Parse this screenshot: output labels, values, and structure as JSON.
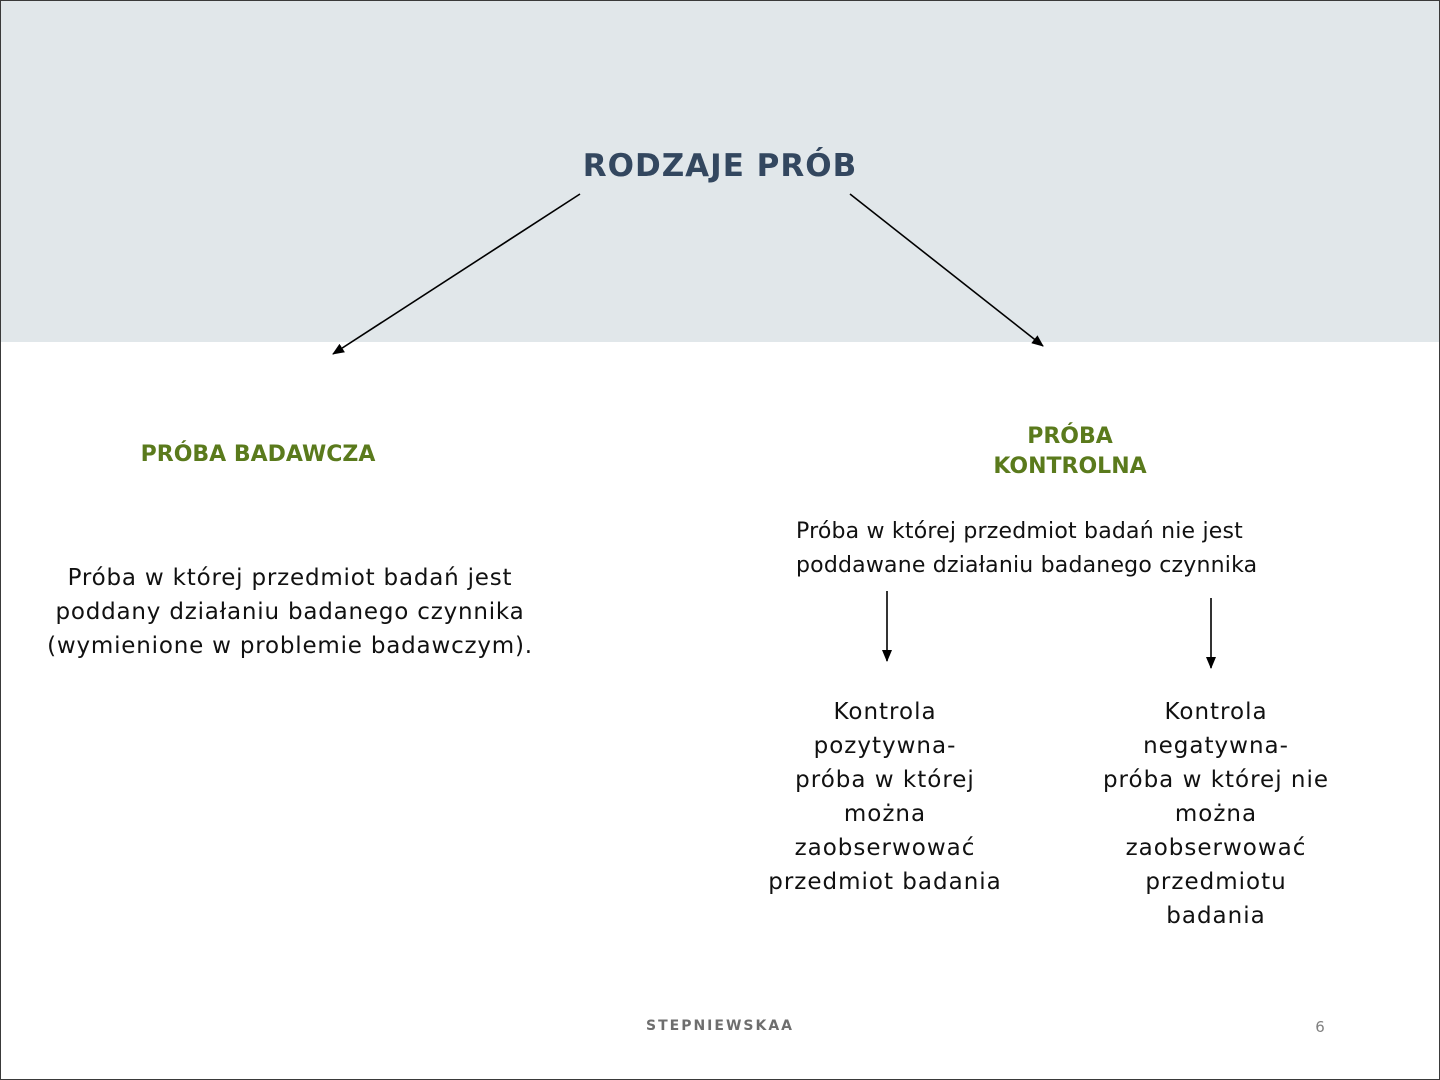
{
  "diagram": {
    "title": "RODZAJE PRÓB",
    "left_branch": {
      "heading": "PRÓBA BADAWCZA",
      "description": "Próba w której przedmiot badań jest poddany działaniu badanego czynnika (wymienione w problemie badawczym)."
    },
    "right_branch": {
      "heading": "PRÓBA\nKONTROLNA",
      "description": "Próba w której przedmiot badań nie jest poddawane działaniu badanego czynnika",
      "positive_control": "Kontrola\npozytywna-\npróba w której\nmożna\nzaobserwować\nprzedmiot badania",
      "negative_control": "Kontrola\nnegatywna-\npróba w której nie\nmożna\nzaobserwować\nprzedmiotu\nbadania"
    }
  },
  "footer": {
    "author": "STEPNIEWSKAA",
    "page_number": "6"
  },
  "colors": {
    "header_band": "#e1e7ea",
    "title": "#33475f",
    "heading": "#5a7a1c",
    "text": "#111111"
  }
}
